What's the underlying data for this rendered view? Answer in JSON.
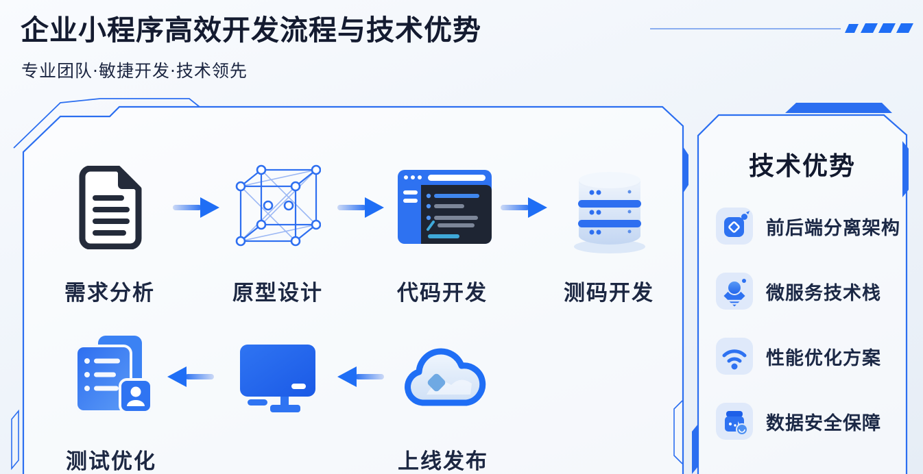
{
  "header": {
    "title": "企业小程序高效开发流程与技术优势",
    "subtitle": "专业团队·敏捷开发·技术领先"
  },
  "process": {
    "row1": [
      {
        "label": "需求分析",
        "icon": "document-icon"
      },
      {
        "label": "原型设计",
        "icon": "wireframe-cube-icon"
      },
      {
        "label": "代码开发",
        "icon": "code-window-icon"
      },
      {
        "label": "测码开发",
        "icon": "database-icon"
      }
    ],
    "row2": [
      {
        "label": "测试优化",
        "icon": "test-report-icon"
      },
      {
        "label": "",
        "icon": "monitor-icon"
      },
      {
        "label": "上线发布",
        "icon": "cloud-icon"
      }
    ],
    "row1_direction": "left-to-right",
    "row2_direction": "right-to-left"
  },
  "sidebar": {
    "title": "技术优势",
    "items": [
      {
        "label": "前后端分离架构",
        "icon": "frontend-backend-icon"
      },
      {
        "label": "微服务技术栈",
        "icon": "microservices-icon"
      },
      {
        "label": "性能优化方案",
        "icon": "performance-wifi-icon"
      },
      {
        "label": "数据安全保障",
        "icon": "data-security-icon"
      }
    ]
  },
  "colors": {
    "accent_blue": "#1f6ef5",
    "frame_blue": "#2b6ef0",
    "dark_icon": "#242b3a",
    "title_text": "#141b30",
    "body_text": "#1c2742",
    "tile_background": "#dfe9fa"
  }
}
